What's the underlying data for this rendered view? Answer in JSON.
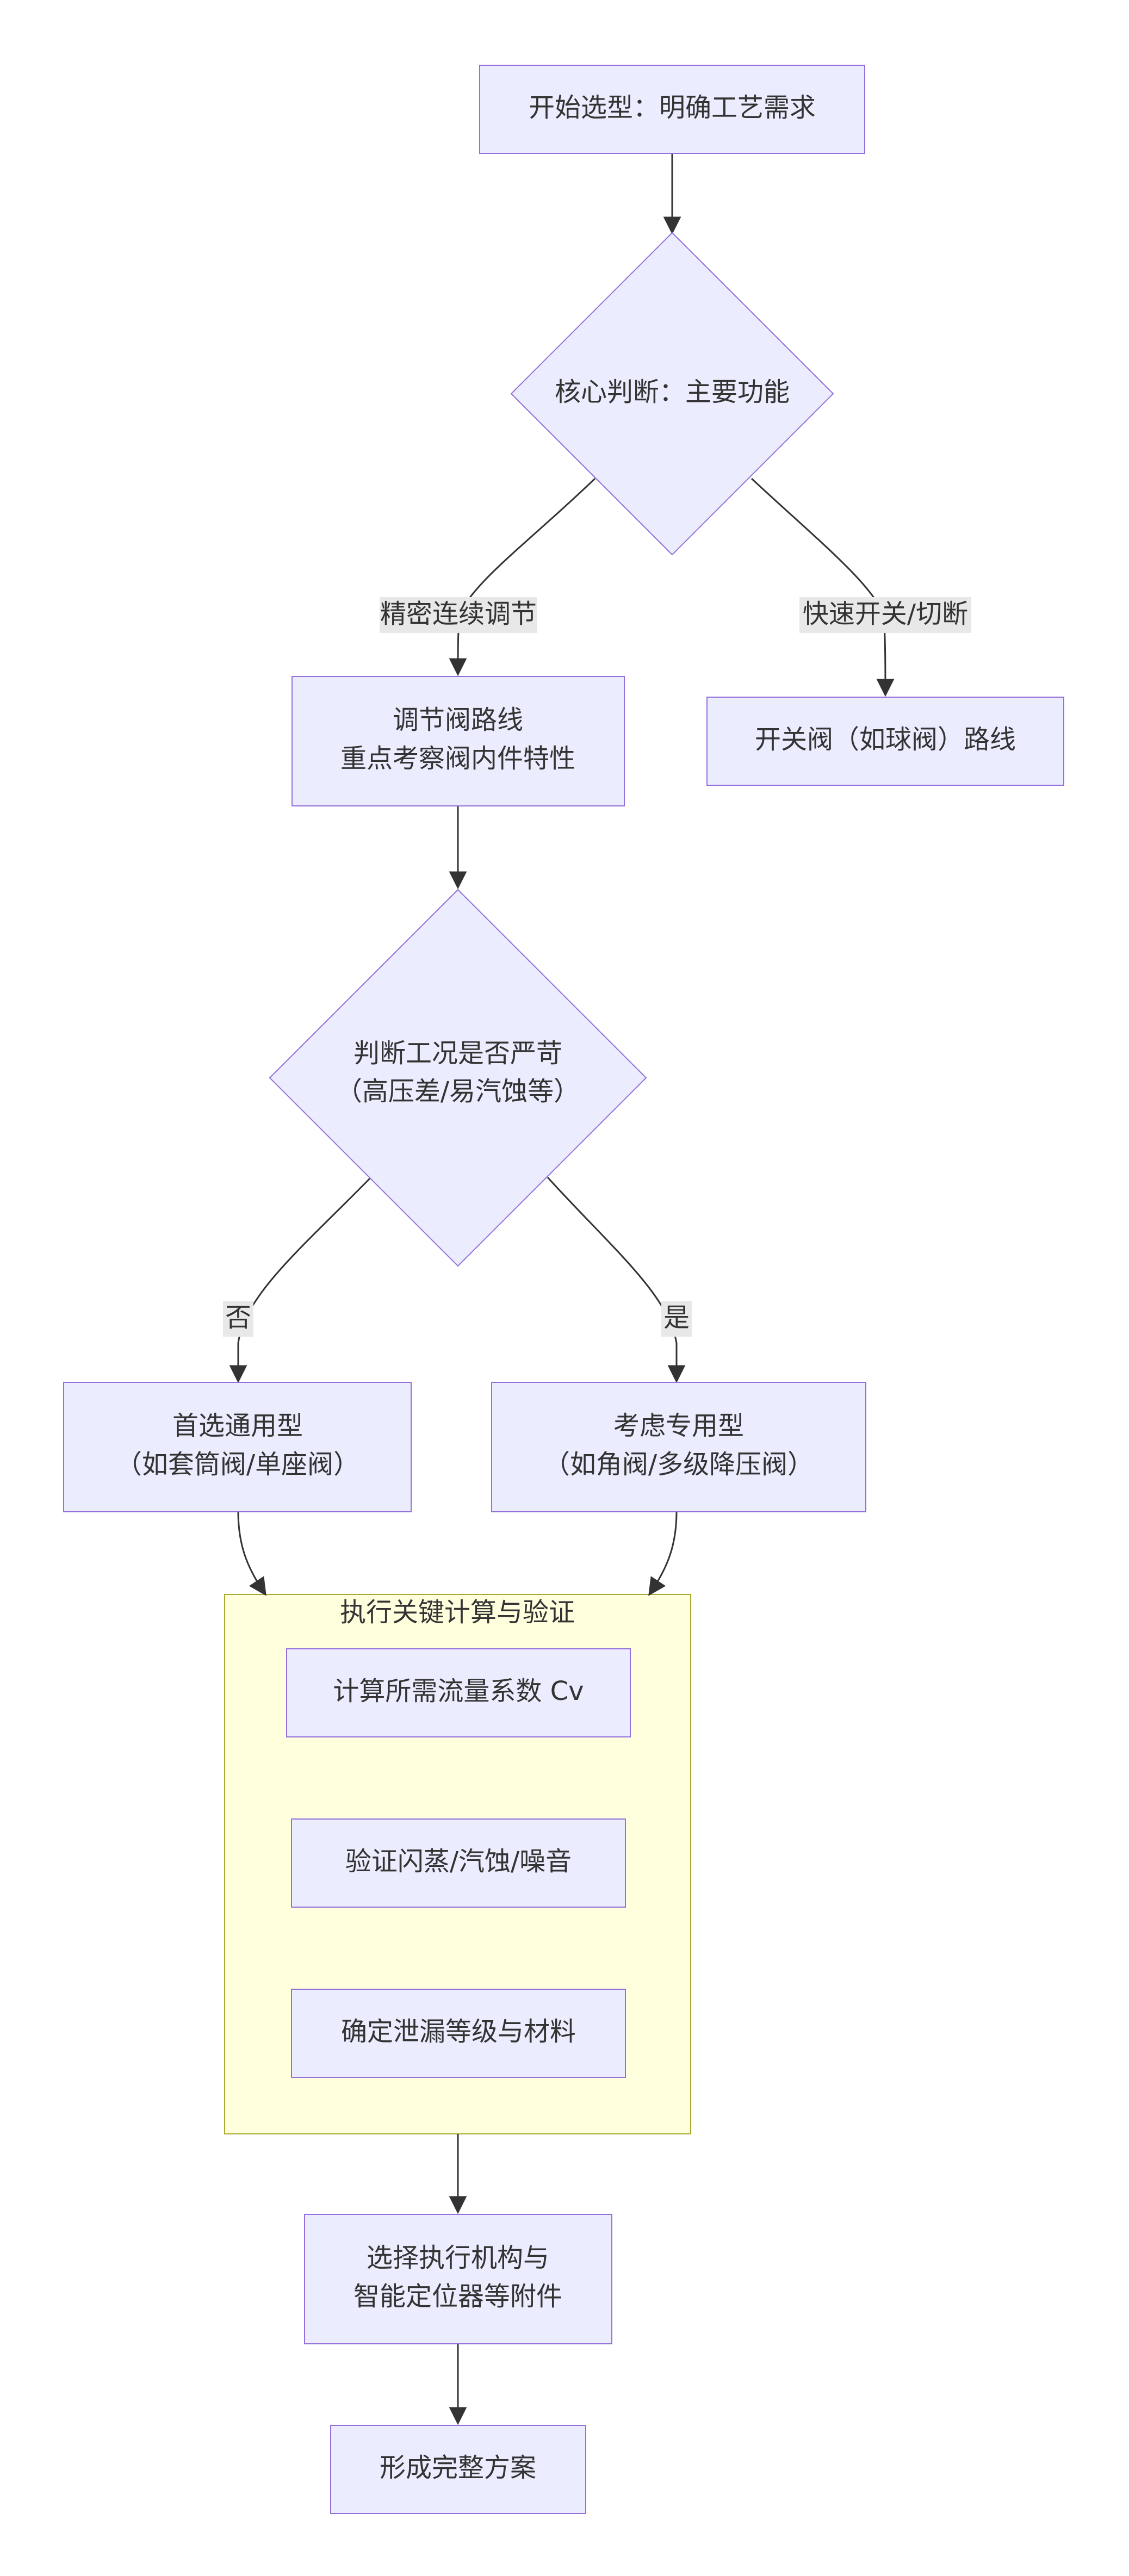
{
  "colors": {
    "node_fill": "#ECECFF",
    "node_stroke": "#9370DB",
    "cluster_fill": "#FFFFDE",
    "cluster_stroke": "#AAAA33",
    "edge": "#333333",
    "edge_label_bg": "#E8E8E8",
    "text": "#333333"
  },
  "nodes": {
    "start": {
      "lines": [
        "开始选型：明确工艺需求"
      ]
    },
    "core_decision": {
      "lines": [
        "核心判断：主要功能"
      ]
    },
    "control_route": {
      "lines": [
        "调节阀路线",
        "重点考察阀内件特性"
      ]
    },
    "onoff_route": {
      "lines": [
        "开关阀（如球阀）路线"
      ]
    },
    "severe_decision": {
      "lines": [
        "判断工况是否严苛",
        "（高压差/易汽蚀等）"
      ]
    },
    "general_type": {
      "lines": [
        "首选通用型",
        "（如套筒阀/单座阀）"
      ]
    },
    "special_type": {
      "lines": [
        "考虑专用型",
        "（如角阀/多级降压阀）"
      ]
    },
    "calc_cv": {
      "lines": [
        "计算所需流量系数 Cv"
      ]
    },
    "verify_flash": {
      "lines": [
        "验证闪蒸/汽蚀/噪音"
      ]
    },
    "leakage_material": {
      "lines": [
        "确定泄漏等级与材料"
      ]
    },
    "actuator": {
      "lines": [
        "选择执行机构与",
        "智能定位器等附件"
      ]
    },
    "final_plan": {
      "lines": [
        "形成完整方案"
      ]
    }
  },
  "subgraph": {
    "title": "执行关键计算与验证"
  },
  "edge_labels": {
    "precise": "精密连续调节",
    "fast": "快速开关/切断",
    "no": "否",
    "yes": "是"
  }
}
